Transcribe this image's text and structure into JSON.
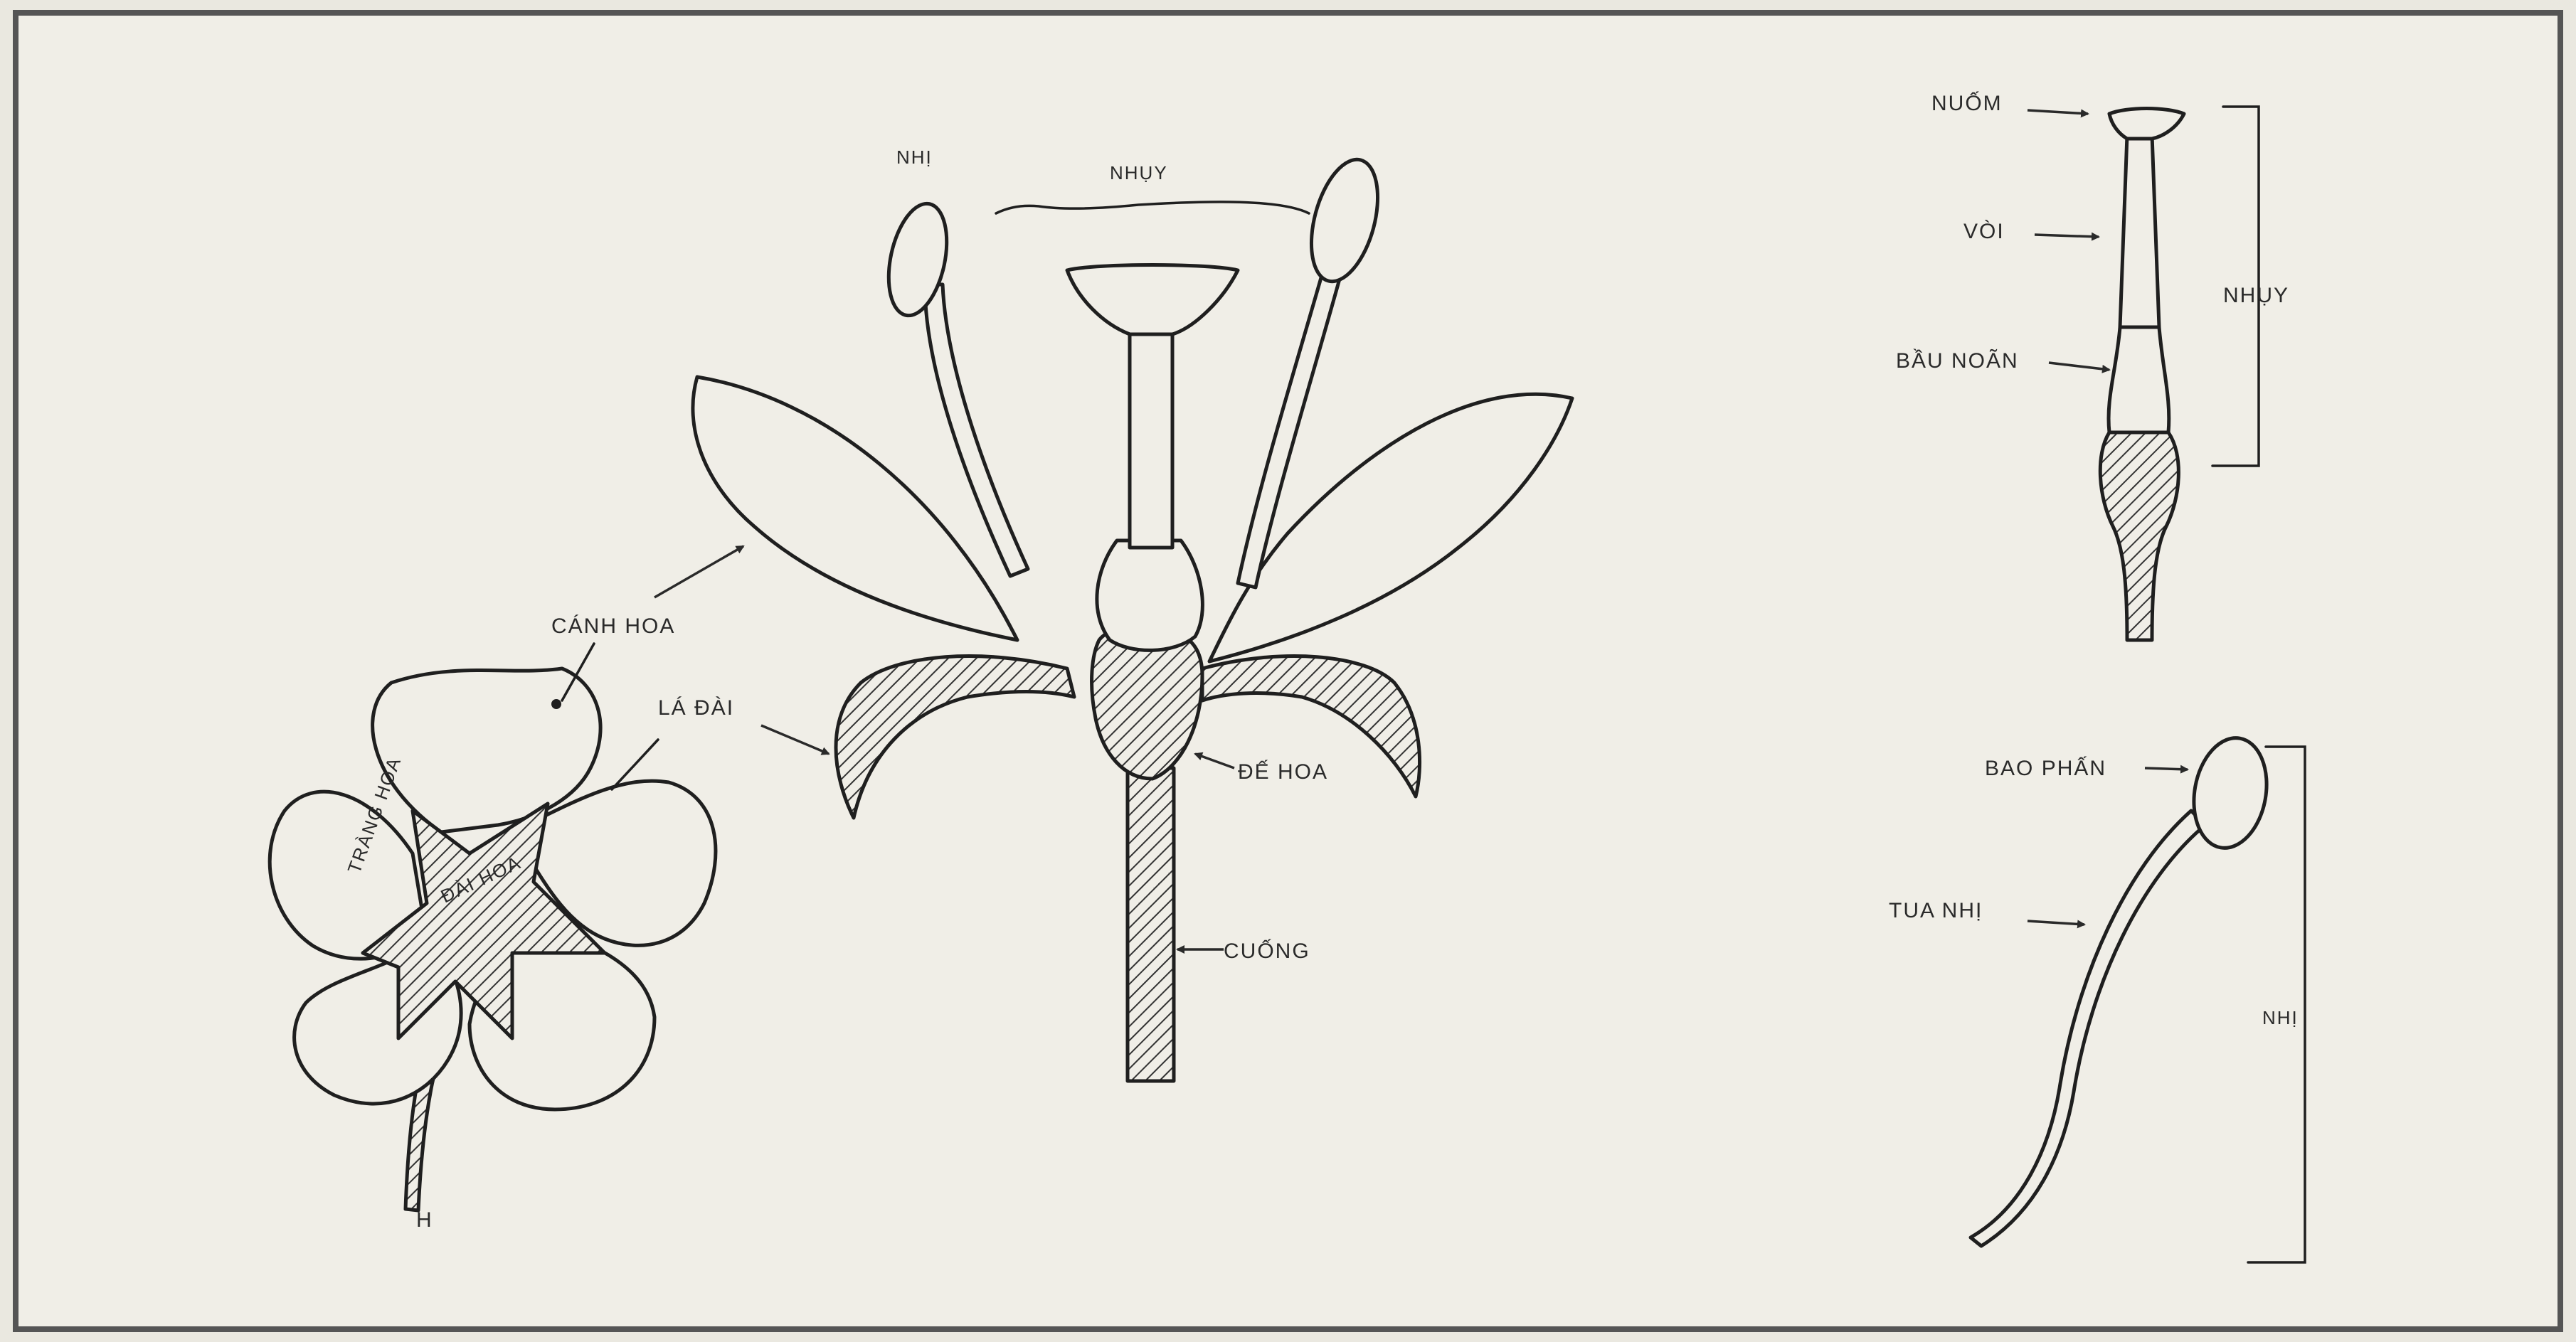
{
  "flower_top_view": {
    "label_petal": "CÁNH HOA",
    "label_sepal": "LÁ ĐÀI",
    "label_corolla": "TRÀNG HOA",
    "label_calyx": "ĐÀI HOA",
    "label_stem_letter": "H"
  },
  "flower_section": {
    "label_stamen": "NHỊ",
    "label_pistil": "NHỤY",
    "label_receptacle": "ĐẾ HOA",
    "label_stalk": "CUỐNG"
  },
  "pistil_detail": {
    "label_stigma": "NUỐM",
    "label_style": "VÒI",
    "label_ovary": "BẦU NOÃN",
    "label_group": "NHỤY"
  },
  "stamen_detail": {
    "label_anther": "BAO PHẤN",
    "label_filament": "TUA NHỊ",
    "label_group": "NHỊ"
  }
}
